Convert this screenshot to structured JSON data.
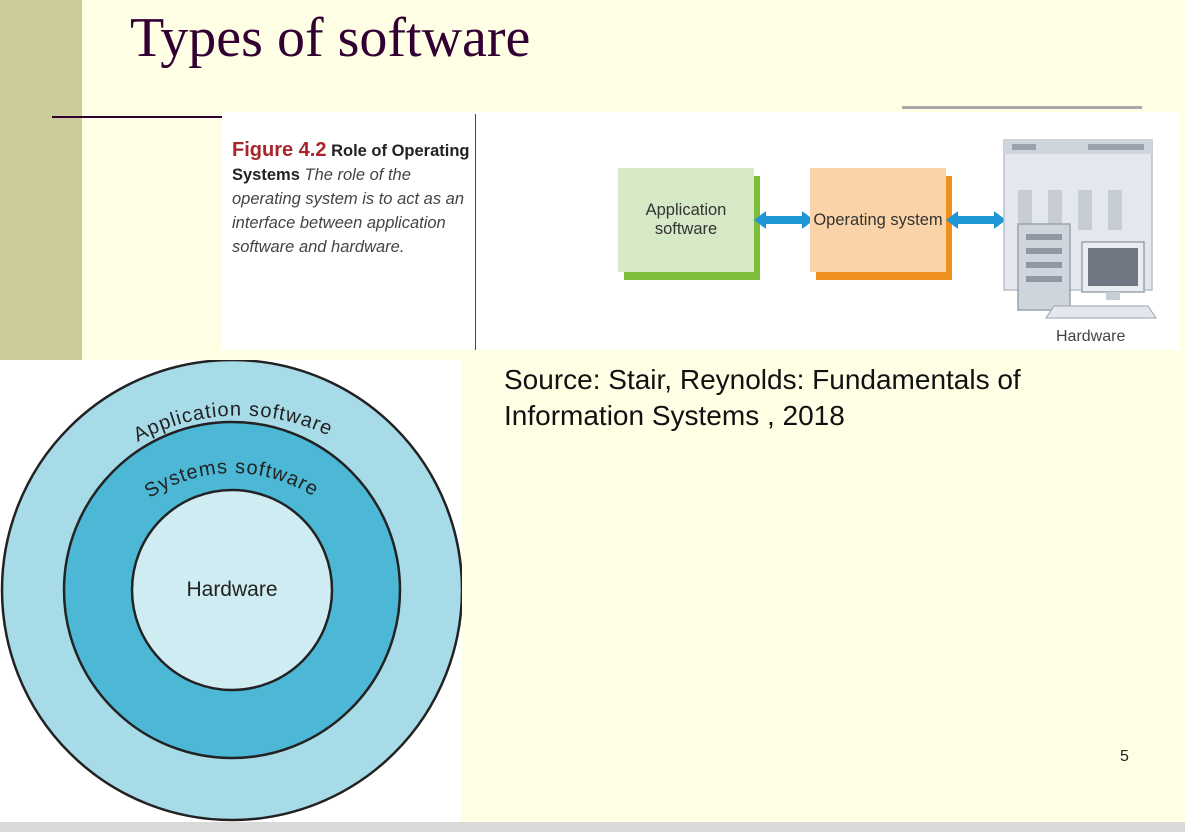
{
  "slide": {
    "title": "Types of software",
    "page_number": "5"
  },
  "figure": {
    "fig_number": "Figure 4.2",
    "fig_heading": "Role of Operating Systems",
    "fig_body": "The role of the operating system is to act as an interface between application software and hardware.",
    "box_app": "Application software",
    "box_os": "Operating system",
    "hardware_label": "Hardware",
    "colors": {
      "app_fill": "#d6e9c6",
      "app_edge": "#7dbd3a",
      "os_fill": "#fbd3a8",
      "os_edge": "#f0901e",
      "arrow": "#1f96d6"
    }
  },
  "circle_diagram": {
    "outer_label": "Application software",
    "middle_label": "Systems software",
    "inner_label": "Hardware",
    "colors": {
      "outer": "#a8dbe8",
      "middle": "#4db8d6",
      "inner": "#cfecf3"
    }
  },
  "source": {
    "text": "Source: Stair, Reynolds: Fundamentals of Information Systems , 2018"
  }
}
